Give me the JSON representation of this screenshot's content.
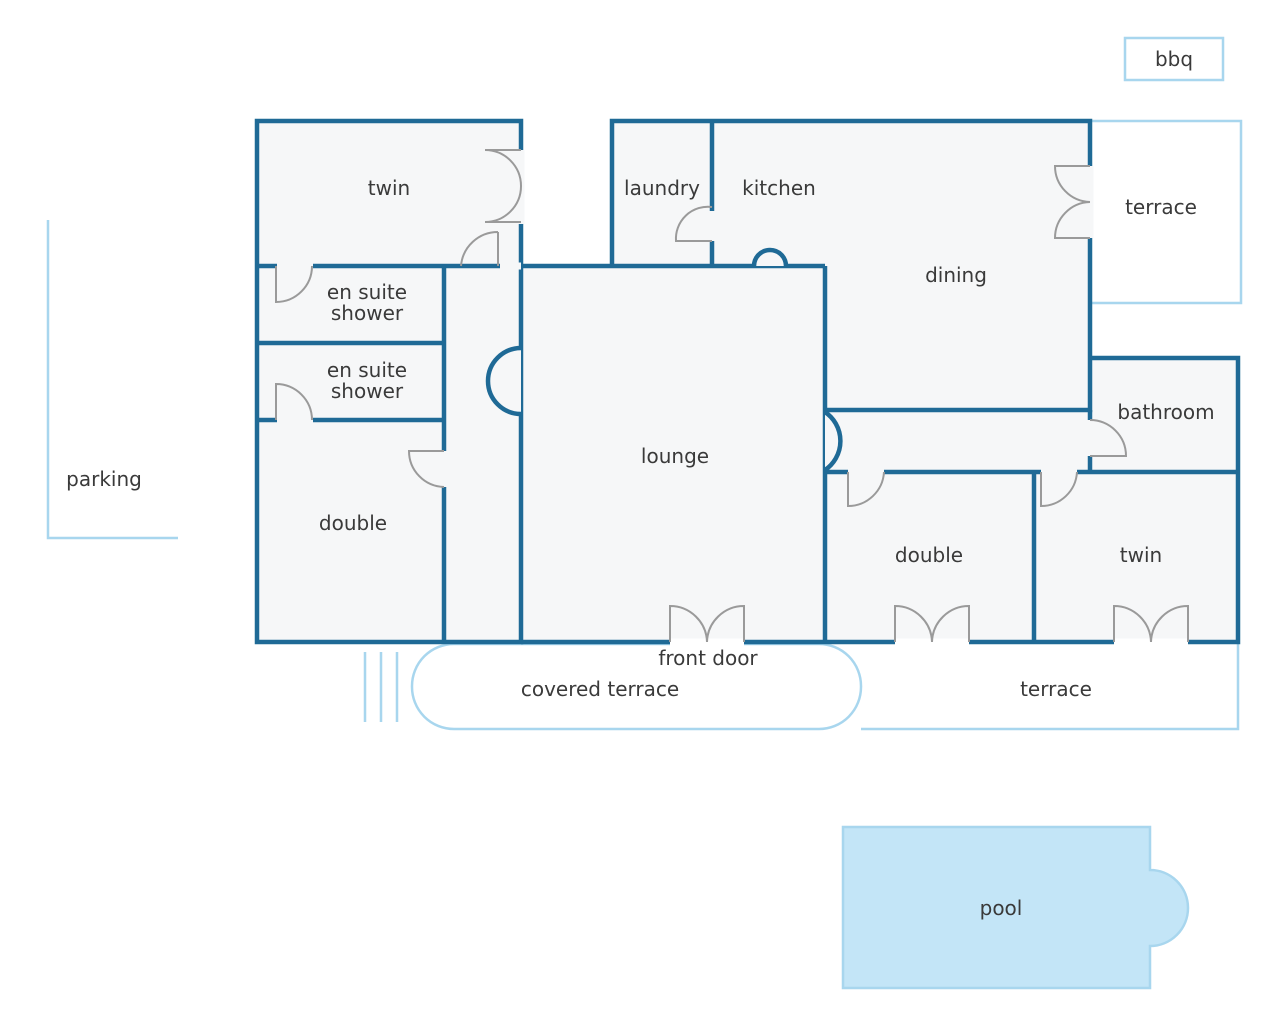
{
  "labels": {
    "bbq": "bbq",
    "twin_top": "twin",
    "en_suite_1": [
      "en suite",
      "shower"
    ],
    "en_suite_2": [
      "en suite",
      "shower"
    ],
    "laundry": "laundry",
    "kitchen": "kitchen",
    "dining": "dining",
    "terrace_top": "terrace",
    "bathroom": "bathroom",
    "lounge": "lounge",
    "double_left": "double",
    "double_right": "double",
    "twin_right": "twin",
    "parking": "parking",
    "front_door": "front door",
    "covered_terrace": "covered terrace",
    "terrace_bottom": "terrace",
    "pool": "pool"
  },
  "colors": {
    "wall": "#1f6a96",
    "outline": "#a8d6ee",
    "room_fill": "#f6f7f8",
    "pool_fill": "#c3e5f7",
    "door": "#9a9a9a"
  }
}
